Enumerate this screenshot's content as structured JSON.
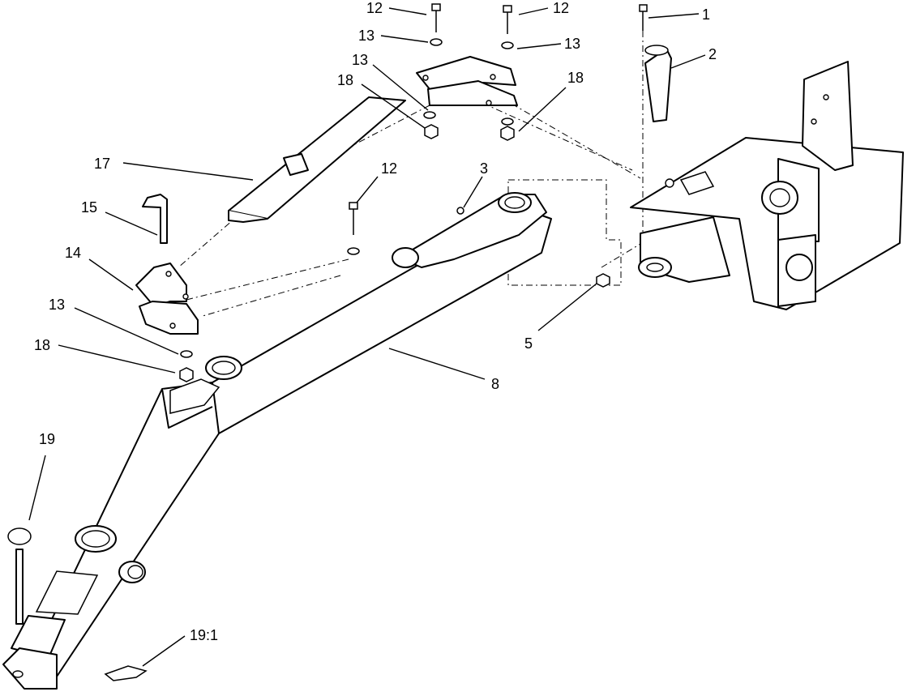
{
  "callouts": [
    {
      "label": "12"
    },
    {
      "label": "12"
    },
    {
      "label": "1"
    },
    {
      "label": "13"
    },
    {
      "label": "13"
    },
    {
      "label": "2"
    },
    {
      "label": "13"
    },
    {
      "label": "18"
    },
    {
      "label": "18"
    },
    {
      "label": "17"
    },
    {
      "label": "3"
    },
    {
      "label": "12"
    },
    {
      "label": "15"
    },
    {
      "label": "14"
    },
    {
      "label": "13"
    },
    {
      "label": "18"
    },
    {
      "label": "5"
    },
    {
      "label": "8"
    },
    {
      "label": "19"
    },
    {
      "label": "19:1"
    }
  ]
}
